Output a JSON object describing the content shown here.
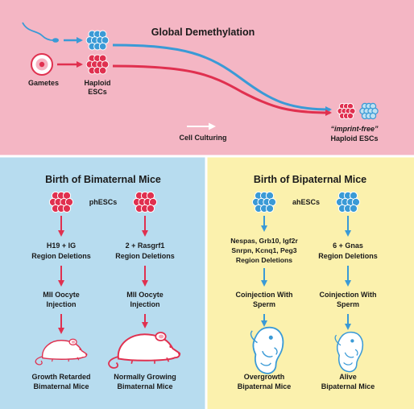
{
  "colors": {
    "top_panel_bg": "#f4b6c4",
    "left_panel_bg": "#b7dcef",
    "right_panel_bg": "#fbf1ad",
    "red": "#e0304f",
    "blue": "#3a9ad6",
    "white": "#ffffff"
  },
  "icons": {
    "sperm": "sperm-icon",
    "oocyte": "oocyte-icon",
    "cell_cluster": "cell-cluster-icon",
    "mouse": "mouse-icon",
    "embryo": "embryo-icon"
  },
  "top": {
    "title": "Global Demethylation",
    "gametes_label": "Gametes",
    "haploid_label_line1": "Haploid",
    "haploid_label_line2": "ESCs",
    "culturing_label": "Cell Culturing",
    "result_line1": "“imprint-free”",
    "result_line2": "Haploid ESCs"
  },
  "bimaternal": {
    "title": "Birth of Bimaternal Mice",
    "cell_label": "phESCs",
    "left": {
      "deletion_line1": "H19 + IG",
      "deletion_line2": "Region Deletions",
      "injection_line1": "MII Oocyte",
      "injection_line2": "Injection",
      "outcome_line1": "Growth Retarded",
      "outcome_line2": "Bimaternal Mice"
    },
    "right": {
      "deletion_line1": "2 + Rasgrf1",
      "deletion_line2": "Region Deletions",
      "injection_line1": "MII Oocyte",
      "injection_line2": "Injection",
      "outcome_line1": "Normally Growing",
      "outcome_line2": "Bimaternal Mice"
    }
  },
  "bipaternal": {
    "title": "Birth of Bipaternal Mice",
    "cell_label": "ahESCs",
    "left": {
      "deletion_line1": "Nespas, Grb10, Igf2r",
      "deletion_line2": "Snrpn, Kcnq1, Peg3",
      "deletion_line3": "Region Deletions",
      "injection_line1": "Coinjection With",
      "injection_line2": "Sperm",
      "outcome_line1": "Overgrowth",
      "outcome_line2": "Bipaternal Mice"
    },
    "right": {
      "deletion_line1": "6 + Gnas",
      "deletion_line2": "Region Deletions",
      "injection_line1": "Coinjection With",
      "injection_line2": "Sperm",
      "outcome_line1": "Alive",
      "outcome_line2": "Bipaternal Mice"
    }
  }
}
